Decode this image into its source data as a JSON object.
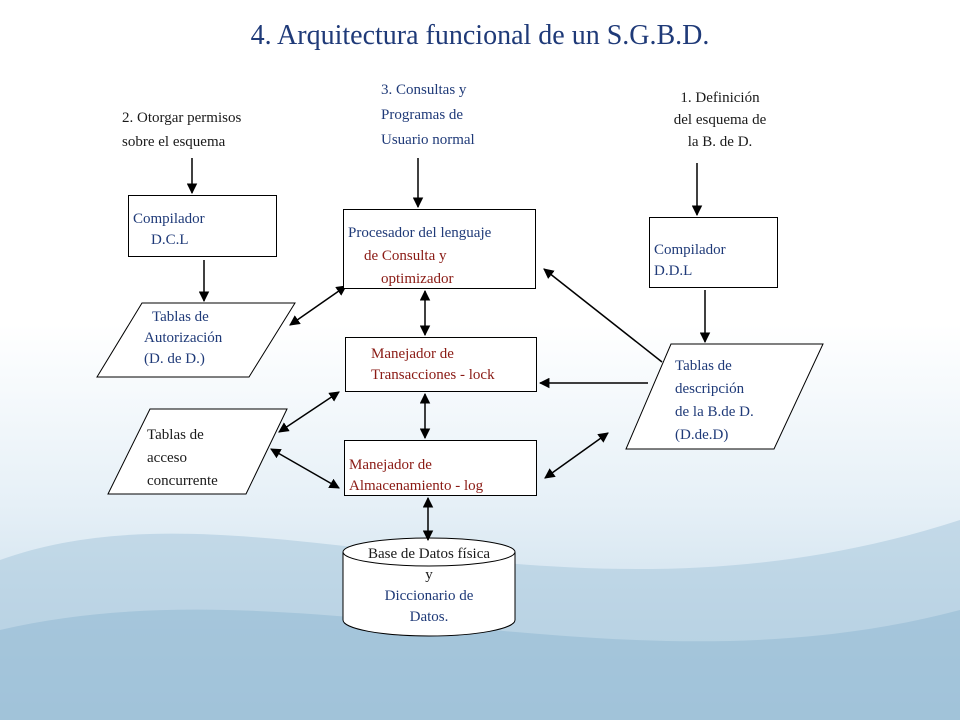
{
  "title": "4. Arquitectura funcional de un S.G.B.D.",
  "inputs": {
    "permisos": [
      "2. Otorgar permisos",
      "sobre el esquema"
    ],
    "consultas": [
      "3. Consultas y",
      "Programas de",
      "Usuario normal"
    ],
    "definicion": [
      "1. Definición",
      "del esquema  de",
      "la B. de D."
    ]
  },
  "boxes": {
    "compilador_dcl": [
      "Compilador",
      "D.C.L"
    ],
    "procesador": [
      "Procesador del lenguaje",
      "de   Consulta y",
      "optimizador"
    ],
    "compilador_ddl": [
      "Compilador",
      "D.D.L"
    ],
    "manejador_transacciones": [
      "Manejador  de",
      "Transacciones - lock"
    ],
    "manejador_almacenamiento": [
      "Manejador de",
      "Almacenamiento - log"
    ]
  },
  "tables": {
    "autorizacion": [
      "Tablas de",
      "Autorización",
      "(D. de D.)"
    ],
    "acceso": [
      "Tablas de",
      "acceso",
      "concurrente"
    ],
    "descripcion": [
      "Tablas de",
      "descripción",
      "de la B.de D.",
      "(D.de.D)"
    ]
  },
  "database": [
    "Base de Datos física",
    "y",
    "Diccionario de",
    "Datos."
  ],
  "colors": {
    "title": "#1f3a78",
    "blue_text": "#1f3a78",
    "red_text": "#8a1a14"
  }
}
